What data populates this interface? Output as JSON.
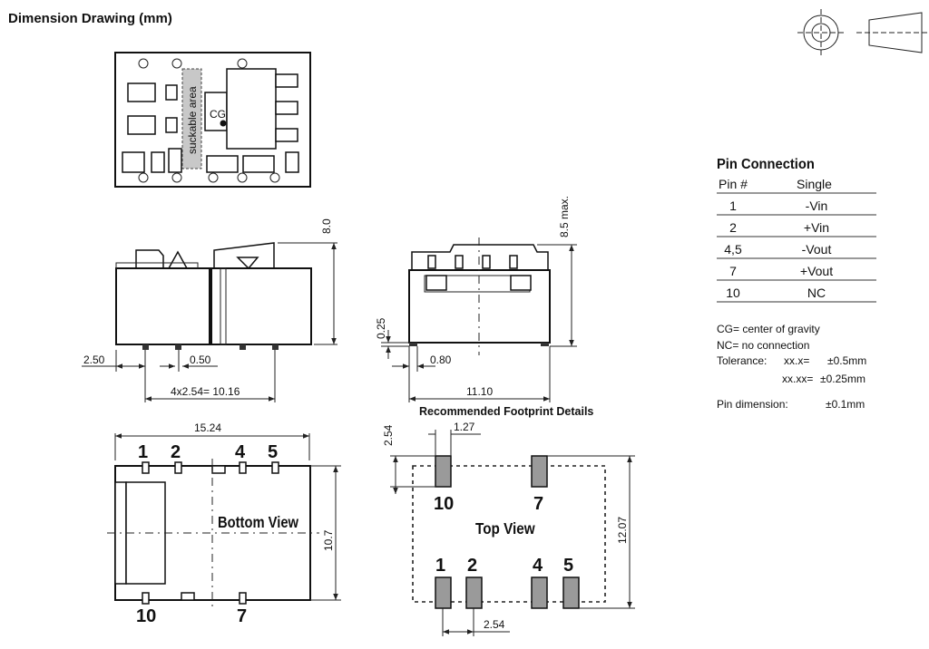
{
  "title": "Dimension Drawing (mm)",
  "top_view_labels": {
    "suckable_area": "suckable area",
    "cg": "CG"
  },
  "dimensions": {
    "height": "8.0",
    "max_height": "8.5 max.",
    "pin_offset": "2.50",
    "pin_width": "0.50",
    "pin_span": "4x2.54= 10.16",
    "standoff": "0.25",
    "pin_width_side": "0.80",
    "depth": "11.10",
    "length": "15.24",
    "width": "10.7",
    "pad_pitch_v": "2.54",
    "pad_width": "1.27",
    "pad_span": "12.07",
    "pad_pitch_h": "2.54"
  },
  "bottom_view": {
    "label": "Bottom View",
    "pins_top": [
      "1",
      "2",
      "4",
      "5"
    ],
    "pins_bottom": [
      "10",
      "7"
    ]
  },
  "footprint": {
    "heading": "Recommended Footprint Details",
    "label": "Top View",
    "pins_top": [
      "10",
      "7"
    ],
    "pins_bottom": [
      "1",
      "2",
      "4",
      "5"
    ]
  },
  "pin_connection": {
    "title": "Pin Connection",
    "headers": [
      "Pin #",
      "Single"
    ],
    "rows": [
      {
        "pin": "1",
        "func": "-Vin"
      },
      {
        "pin": "2",
        "func": "+Vin"
      },
      {
        "pin": "4,5",
        "func": "-Vout"
      },
      {
        "pin": "7",
        "func": "+Vout"
      },
      {
        "pin": "10",
        "func": "NC"
      }
    ]
  },
  "notes": {
    "cg": "CG= center of gravity",
    "nc": "NC= no connection",
    "tolerance_label": "Tolerance:",
    "tol1_fmt": "xx.x=",
    "tol1_val": "±0.5mm",
    "tol2_fmt": "xx.xx=",
    "tol2_val": "±0.25mm",
    "pin_dim_label": "Pin dimension:",
    "pin_dim_val": "±0.1mm"
  },
  "icons": [
    "projection-circle-icon",
    "projection-cone-icon"
  ]
}
